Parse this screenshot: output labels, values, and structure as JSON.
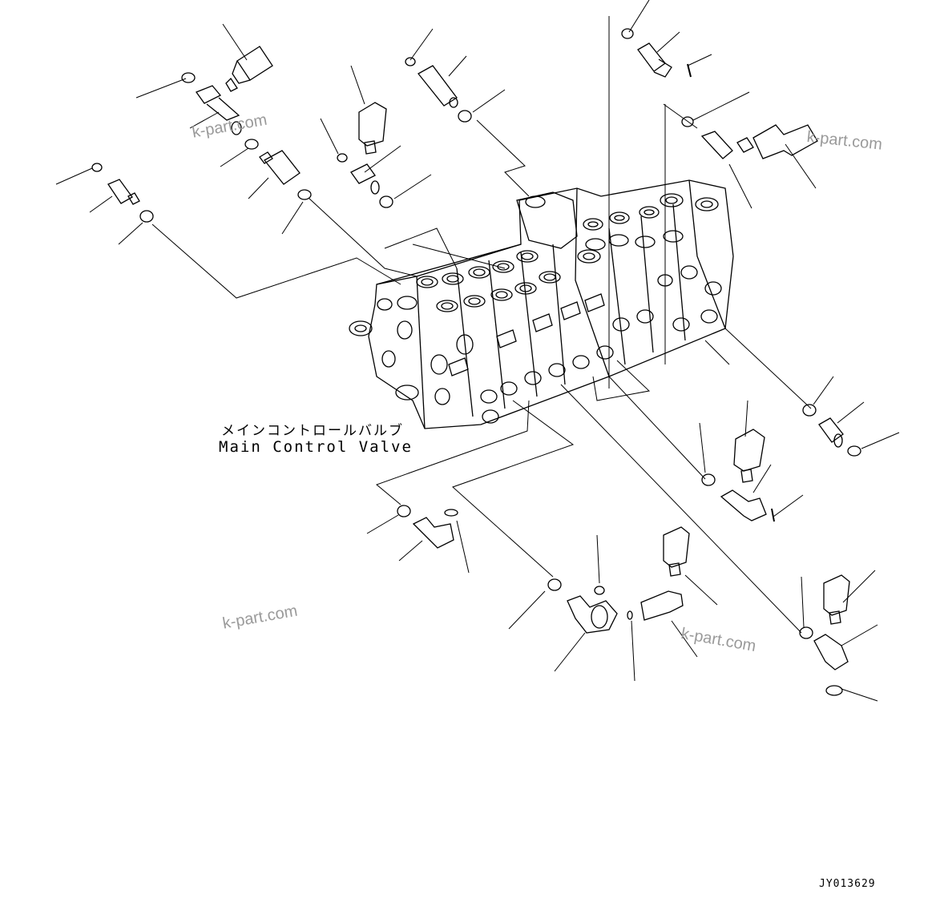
{
  "labels": {
    "japanese": "メインコントロールバルブ",
    "english": "Main Control Valve"
  },
  "drawing_code": "JY013629",
  "watermark": "k-part.com"
}
